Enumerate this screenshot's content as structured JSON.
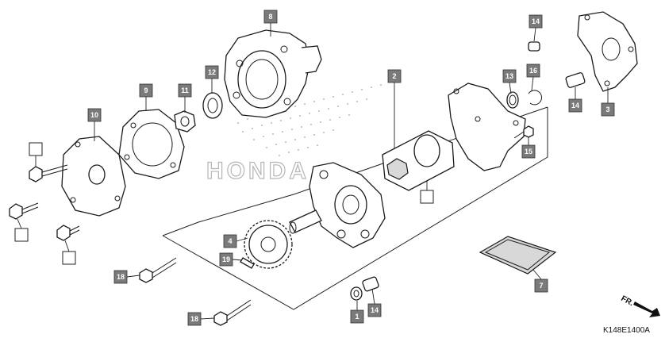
{
  "diagram": {
    "callouts": [
      {
        "id": "c8",
        "label": "8"
      },
      {
        "id": "c9",
        "label": "9"
      },
      {
        "id": "c10",
        "label": "10"
      },
      {
        "id": "c11",
        "label": "11"
      },
      {
        "id": "c12",
        "label": "12"
      },
      {
        "id": "c2",
        "label": "2"
      },
      {
        "id": "c13",
        "label": "13"
      },
      {
        "id": "c16",
        "label": "16"
      },
      {
        "id": "c14a",
        "label": "14"
      },
      {
        "id": "c14b",
        "label": "14"
      },
      {
        "id": "c3",
        "label": "3"
      },
      {
        "id": "c15",
        "label": "15"
      },
      {
        "id": "c4",
        "label": "4"
      },
      {
        "id": "c19",
        "label": "19"
      },
      {
        "id": "c18a",
        "label": "18"
      },
      {
        "id": "c18b",
        "label": "18"
      },
      {
        "id": "c1",
        "label": "1"
      },
      {
        "id": "c14c",
        "label": "14"
      },
      {
        "id": "c7",
        "label": "7"
      }
    ],
    "figure_code": "K148E1400A",
    "direction_label": "FR.",
    "watermark_text": "HONDA"
  }
}
